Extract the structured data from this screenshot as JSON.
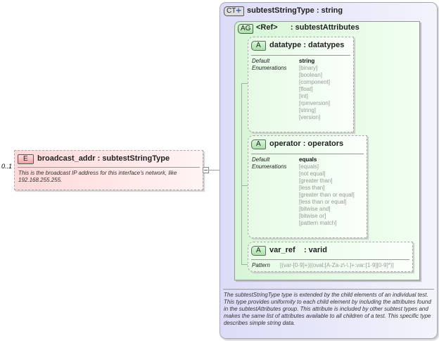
{
  "element": {
    "occurs": "0..1",
    "badge": "E",
    "name": "broadcast_addr",
    "type": ": subtestStringType",
    "doc": "This is the broadcast IP address for this interface's network, like 192.168.255.255."
  },
  "complex_type": {
    "badge": "CT",
    "name": "subtestStringType",
    "base": ": string",
    "doc": "The subtestStringType type is extended by the child elements of an individual test.  This type provides uniformity to each child element by including the attributes found in the subtestAttributes group.  This attribute is included by other subtest types and makes the same list of attributes available to all children of a test.  This specific type describes simple string data."
  },
  "attribute_group": {
    "badge": "AG",
    "name": "<Ref>",
    "type": ": subtestAttributes"
  },
  "attributes": [
    {
      "badge": "A",
      "name": "datatype",
      "type": ": datatypes",
      "default_label": "Default",
      "enum_label": "Enumerations",
      "default": "string",
      "enumerations": [
        "[binary]",
        "[boolean]",
        "[component]",
        "[float]",
        "[int]",
        "[rpmversion]",
        "[string]",
        "[version]"
      ]
    },
    {
      "badge": "A",
      "name": "operator",
      "type": ": operators",
      "default_label": "Default",
      "enum_label": "Enumerations",
      "default": "equals",
      "enumerations": [
        "[equals]",
        "[not equal]",
        "[greater than]",
        "[less than]",
        "[greater than or equal]",
        "[less than or equal]",
        "[bitwise and]",
        "[bitwise or]",
        "[pattern match]"
      ]
    },
    {
      "badge": "A",
      "name": "var_ref",
      "type": ": varid",
      "pattern_label": "Pattern",
      "pattern": "[(var-[0-9]+)|(oval:[A-Za-z\\-\\.]+:var:[1-9][0-9]*)]"
    }
  ],
  "colors": {
    "element_bg": "#ffd8d8",
    "complex_type_bg": "#dcdcf8",
    "attribute_group_bg": "#d6f6d6"
  }
}
